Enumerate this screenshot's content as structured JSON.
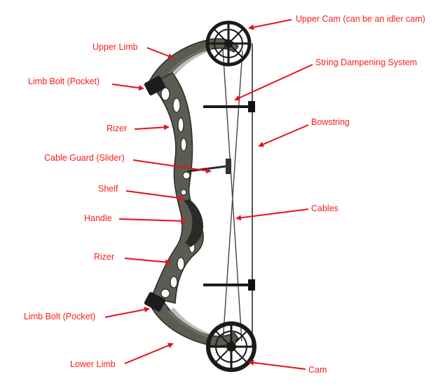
{
  "colors": {
    "label": "#ff1a1a",
    "arrow": "#e3121b",
    "riser": "#5c5c52",
    "dark": "#1a1a1a",
    "background": "#ffffff"
  },
  "labels": {
    "upper_cam": "Upper Cam (can be an idler cam)",
    "upper_limb": "Upper Limb",
    "string_dampening": "String Dampening System",
    "limb_bolt_upper": "Limb Bolt (Pocket)",
    "riser_upper": "Rizer",
    "bowstring": "Bowstring",
    "cable_guard": "Cable Guard (Slider)",
    "shelf": "Shelf",
    "cables": "Cables",
    "handle": "Handle",
    "riser_lower": "Rizer",
    "limb_bolt_lower": "Limb Bolt (Pocket)",
    "lower_limb": "Lower Limb",
    "cam": "Cam"
  }
}
